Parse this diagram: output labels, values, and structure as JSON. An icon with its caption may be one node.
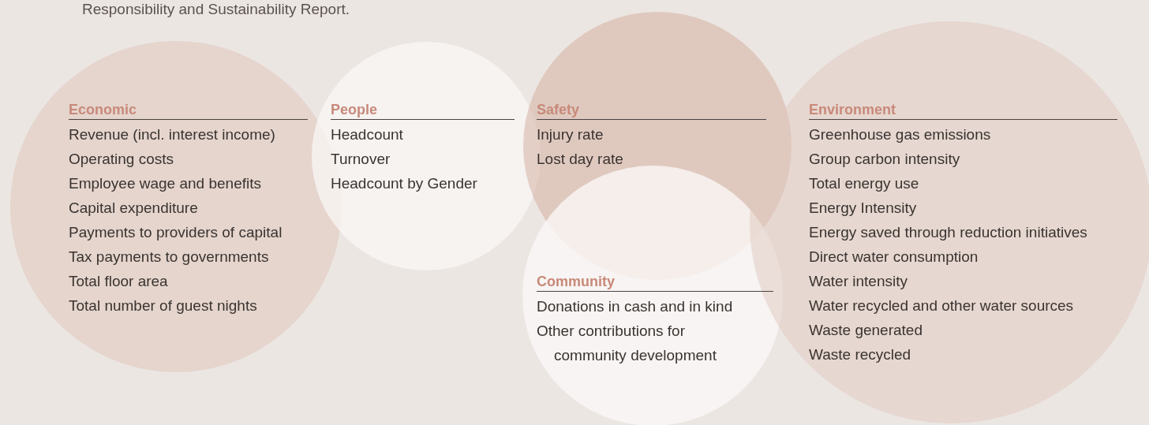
{
  "diagram": {
    "nodes": [
      {
        "text": [
          "Economic",
          "Revenue (incl. interest income)",
          "Operating costs",
          "Employee wage and benefits",
          "Capital expenditure",
          "Payments to providers of capital",
          "Tax payments to governments",
          "Total floor area",
          "Total number of guest nights"
        ]
      },
      {
        "text": [
          "People",
          "Headcount",
          "Turnover",
          "Headcount by Gender"
        ]
      },
      {
        "text": [
          "Safety",
          "Injury rate",
          "Lost day rate"
        ]
      },
      {
        "text": [
          "Community",
          "Donations in cash and in kind",
          "Other contributions for community development"
        ]
      },
      {
        "text": [
          "Environment",
          "Greenhouse gas emissions",
          "Group carbon intensity",
          "Total energy use",
          "Energy Intensity",
          "Energy saved through reduction initiatives",
          "Direct water consumption",
          "Water intensity",
          "Water recycled and other water sources",
          "Waste generated",
          "Waste recycled"
        ]
      }
    ],
    "edges": [],
    "labels": [
      "Responsibility and Sustainability Report."
    ]
  }
}
